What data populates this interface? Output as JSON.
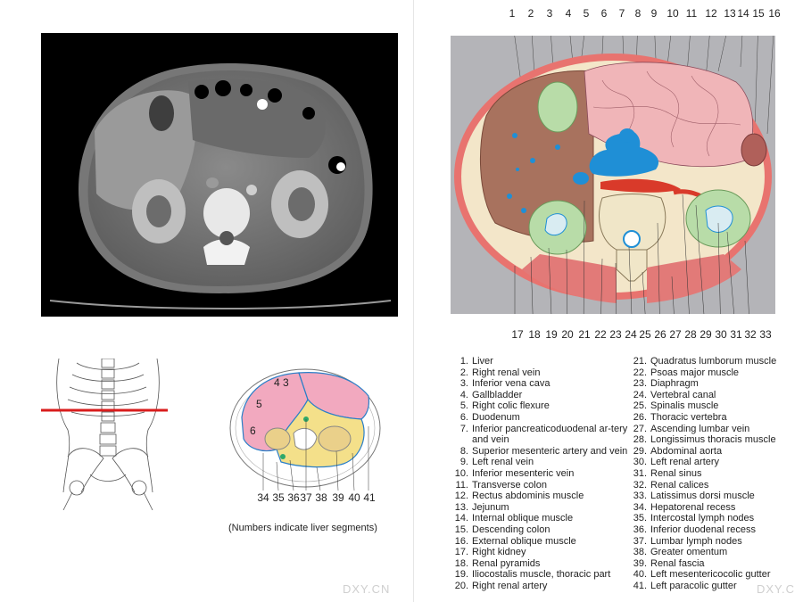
{
  "top_numbers": [
    "1",
    "2",
    "3",
    "4",
    "5",
    "6",
    "7",
    "8",
    "9",
    "10",
    "11",
    "12",
    "13",
    "14",
    "15",
    "16"
  ],
  "bottom_numbers": [
    "17",
    "18",
    "19",
    "20",
    "21",
    "22",
    "23",
    "24",
    "25",
    "26",
    "27",
    "28",
    "29",
    "30",
    "31",
    "32",
    "33"
  ],
  "segment_numbers": [
    "34",
    "35",
    "36",
    "37",
    "38",
    "39",
    "40",
    "41"
  ],
  "liver_segment_labels": [
    "4",
    "3",
    "5",
    "6"
  ],
  "legend_left": [
    {
      "num": "1.",
      "text": "Liver"
    },
    {
      "num": "2.",
      "text": "Right renal vein"
    },
    {
      "num": "3.",
      "text": "Inferior vena cava"
    },
    {
      "num": "4.",
      "text": "Gallbladder"
    },
    {
      "num": "5.",
      "text": "Right colic flexure"
    },
    {
      "num": "6.",
      "text": "Duodenum"
    },
    {
      "num": "7.",
      "text": "Inferior pancreaticoduodenal ar-tery and vein"
    },
    {
      "num": "8.",
      "text": "Superior mesenteric artery and vein"
    },
    {
      "num": "9.",
      "text": "Left renal vein"
    },
    {
      "num": "10.",
      "text": "Inferior mesenteric vein"
    },
    {
      "num": "11.",
      "text": "Transverse colon"
    },
    {
      "num": "12.",
      "text": "Rectus abdominis muscle"
    },
    {
      "num": "13.",
      "text": "Jejunum"
    },
    {
      "num": "14.",
      "text": "Internal oblique muscle"
    },
    {
      "num": "15.",
      "text": "Descending colon"
    },
    {
      "num": "16.",
      "text": "External oblique muscle"
    },
    {
      "num": "17.",
      "text": "Right kidney"
    },
    {
      "num": "18.",
      "text": "Renal pyramids"
    },
    {
      "num": "19.",
      "text": "Iliocostalis muscle, thoracic part"
    },
    {
      "num": "20.",
      "text": "Right renal artery"
    }
  ],
  "legend_right": [
    {
      "num": "21.",
      "text": "Quadratus lumborum muscle"
    },
    {
      "num": "22.",
      "text": "Psoas major muscle"
    },
    {
      "num": "23.",
      "text": "Diaphragm"
    },
    {
      "num": "24.",
      "text": "Vertebral canal"
    },
    {
      "num": "25.",
      "text": "Spinalis muscle"
    },
    {
      "num": "26.",
      "text": "Thoracic vertebra"
    },
    {
      "num": "27.",
      "text": "Ascending lumbar vein"
    },
    {
      "num": "28.",
      "text": "Longissimus thoracis muscle"
    },
    {
      "num": "29.",
      "text": "Abdominal aorta"
    },
    {
      "num": "30.",
      "text": "Left renal artery"
    },
    {
      "num": "31.",
      "text": "Renal sinus"
    },
    {
      "num": "32.",
      "text": "Renal calices"
    },
    {
      "num": "33.",
      "text": "Latissimus dorsi muscle"
    },
    {
      "num": "34.",
      "text": "Hepatorenal recess"
    },
    {
      "num": "35.",
      "text": "Intercostal lymph nodes"
    },
    {
      "num": "36.",
      "text": "Inferior duodenal recess"
    },
    {
      "num": "37.",
      "text": "Lumbar lymph nodes"
    },
    {
      "num": "38.",
      "text": "Greater omentum"
    },
    {
      "num": "39.",
      "text": "Renal fascia"
    },
    {
      "num": "40.",
      "text": "Left mesentericocolic gutter"
    },
    {
      "num": "41.",
      "text": "Left paracolic gutter"
    }
  ],
  "caption": "(Numbers indicate liver segments)",
  "watermark_left": "DXY.CN",
  "watermark_right": "DXY.C",
  "colors": {
    "liver": "#a8725e",
    "muscle": "#e27a78",
    "kidney": "#b8dca8",
    "vein": "#1f8fd6",
    "artery": "#d93a2a",
    "bowel": "#f0b5b8",
    "bone": "#f0e6c8",
    "fat": "#fbf3e4",
    "segment_pink": "#f2a9bf",
    "segment_yellow": "#f4e08a",
    "line_blue": "#2a7fc8"
  }
}
